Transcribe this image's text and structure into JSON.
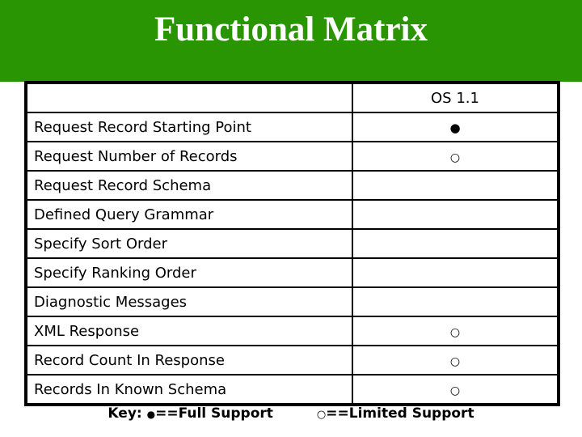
{
  "title": "Functional Matrix",
  "table": {
    "header": {
      "feature": "",
      "os": "OS 1.1"
    },
    "rows": [
      {
        "feature": "Request Record Starting Point",
        "support": "full"
      },
      {
        "feature": "Request Number of Records",
        "support": "limited"
      },
      {
        "feature": "Request Record Schema",
        "support": "none"
      },
      {
        "feature": "Defined Query Grammar",
        "support": "none"
      },
      {
        "feature": "Specify Sort Order",
        "support": "none"
      },
      {
        "feature": "Specify Ranking Order",
        "support": "none"
      },
      {
        "feature": "Diagnostic Messages",
        "support": "none"
      },
      {
        "feature": "XML Response",
        "support": "limited"
      },
      {
        "feature": "Record Count In Response",
        "support": "limited"
      },
      {
        "feature": "Records In Known Schema",
        "support": "limited"
      }
    ]
  },
  "symbols": {
    "full": "●",
    "limited": "○"
  },
  "key": {
    "prefix": "Key: ",
    "full_label": "==Full Support",
    "limited_label": "==Limited Support"
  },
  "colors": {
    "band_green": "#2a9503",
    "title_text": "#ffffff",
    "table_border": "#000000",
    "body_text": "#000000"
  }
}
